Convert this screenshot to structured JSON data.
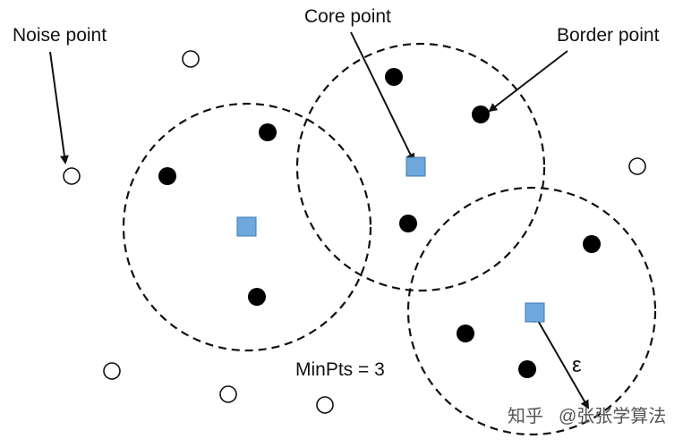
{
  "labels": {
    "noise": "Noise point",
    "core": "Core point",
    "border": "Border point",
    "minpts": "MinPts = 3",
    "epsilon": "ε"
  },
  "watermark": {
    "site": "知乎",
    "author": "@张张学算法"
  },
  "colors": {
    "core": "#6fa8dc",
    "core_stroke": "#3d78b0",
    "dark_point": "#000000",
    "noise_fill": "#ffffff",
    "line": "#111111"
  }
}
